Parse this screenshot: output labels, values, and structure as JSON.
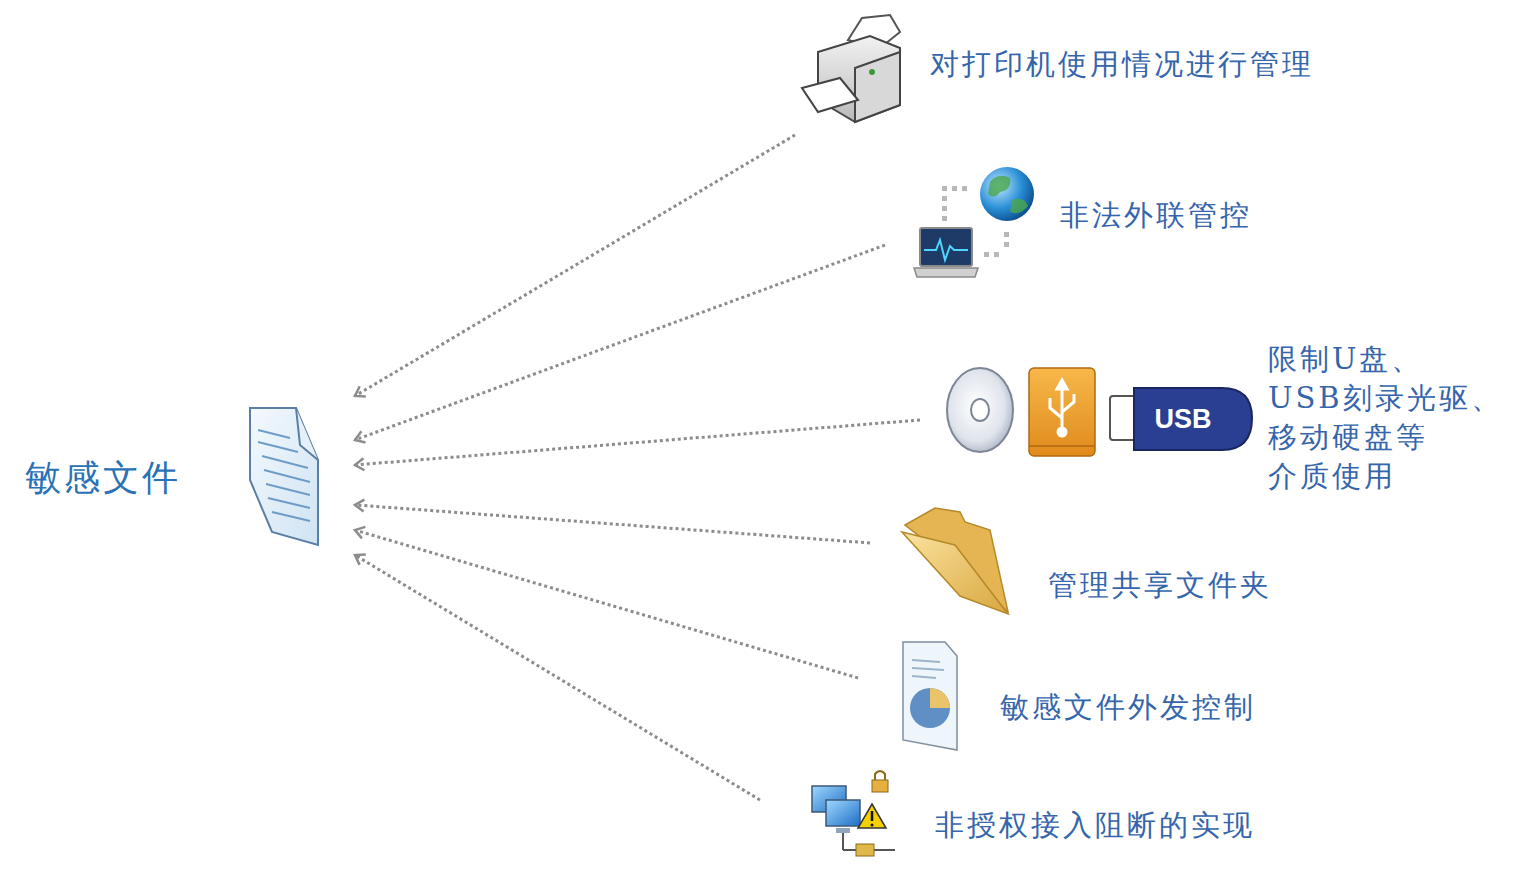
{
  "diagram": {
    "nodes": [
      {
        "text": [
          "敏感文件"
        ]
      },
      {
        "text": [
          "对打印机使用情况进行管理"
        ]
      },
      {
        "text": [
          "非法外联管控"
        ]
      },
      {
        "text": [
          "限制U盘、 USB刻录光驱、 移动硬盘等 介质使用"
        ]
      },
      {
        "text": [
          "管理共享文件夹"
        ]
      },
      {
        "text": [
          "敏感文件外发控制"
        ]
      },
      {
        "text": [
          "非授权接入阻断的实现"
        ]
      }
    ],
    "edges": [
      {
        "from": 1,
        "to": 0,
        "arrow": "to"
      },
      {
        "from": 2,
        "to": 0,
        "arrow": "to"
      },
      {
        "from": 3,
        "to": 0,
        "arrow": "to"
      },
      {
        "from": 4,
        "to": 0,
        "arrow": "to"
      },
      {
        "from": 5,
        "to": 0,
        "arrow": "to"
      },
      {
        "from": 6,
        "to": 0,
        "arrow": "to"
      }
    ],
    "labels": [
      "USB"
    ]
  }
}
